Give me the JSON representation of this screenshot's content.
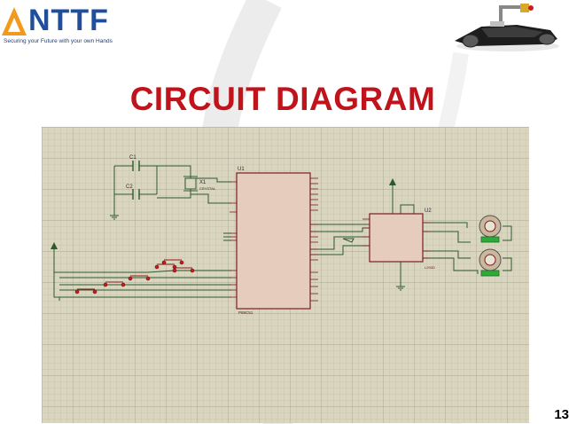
{
  "header": {
    "logo_text": "NTTF",
    "tagline": "Securing your Future with your own Hands",
    "robot_image": "line-follower-robot-image"
  },
  "title": "CIRCUIT DIAGRAM",
  "diagram": {
    "components": {
      "capacitor_1": "C1",
      "capacitor_2": "C2",
      "crystal": "X1",
      "crystal_value": "CRYSTAL",
      "microcontroller": "U1",
      "microcontroller_part": "P89C51",
      "driver": "U2",
      "driver_part": "L293D"
    }
  },
  "page_number": "13",
  "colors": {
    "title": "#c0141c",
    "logo_blue": "#1f4e9c",
    "logo_orange": "#f39a1e",
    "grid_background": "#d9d5bf",
    "grid_line": "#a9a68f",
    "ic_body": "#e5ccbc",
    "ic_border": "#7a1e1e",
    "wire": "#2d5a2d",
    "switch_red": "#c81e1e",
    "motor_green": "#2eaa3a"
  }
}
